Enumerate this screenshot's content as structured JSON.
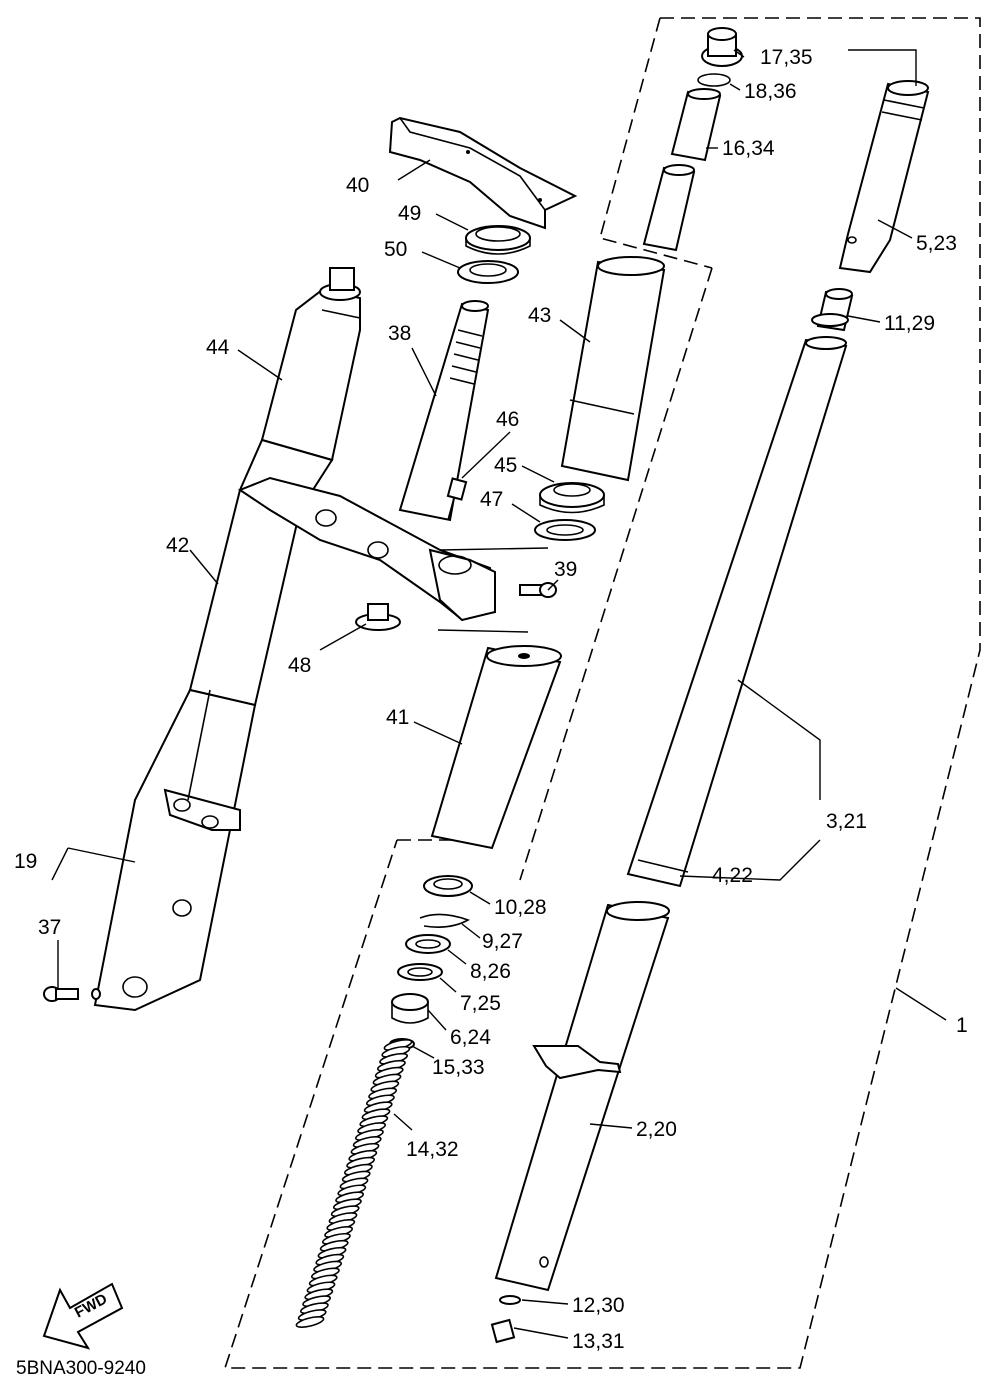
{
  "diagram": {
    "drawing_code": "5BNA300-9240",
    "fwd_marker": "FWD",
    "callouts": {
      "p1": "1",
      "p2_20": "2,20",
      "p3_21": "3,21",
      "p4_22": "4,22",
      "p5_23": "5,23",
      "p6_24": "6,24",
      "p7_25": "7,25",
      "p8_26": "8,26",
      "p9_27": "9,27",
      "p10_28": "10,28",
      "p11_29": "11,29",
      "p12_30": "12,30",
      "p13_31": "13,31",
      "p14_32": "14,32",
      "p15_33": "15,33",
      "p16_34": "16,34",
      "p17_35": "17,35",
      "p18_36": "18,36",
      "p19": "19",
      "p37": "37",
      "p38": "38",
      "p39": "39",
      "p40": "40",
      "p41": "41",
      "p42": "42",
      "p43": "43",
      "p44": "44",
      "p45": "45",
      "p46": "46",
      "p47": "47",
      "p48": "48",
      "p49": "49",
      "p50": "50"
    }
  }
}
